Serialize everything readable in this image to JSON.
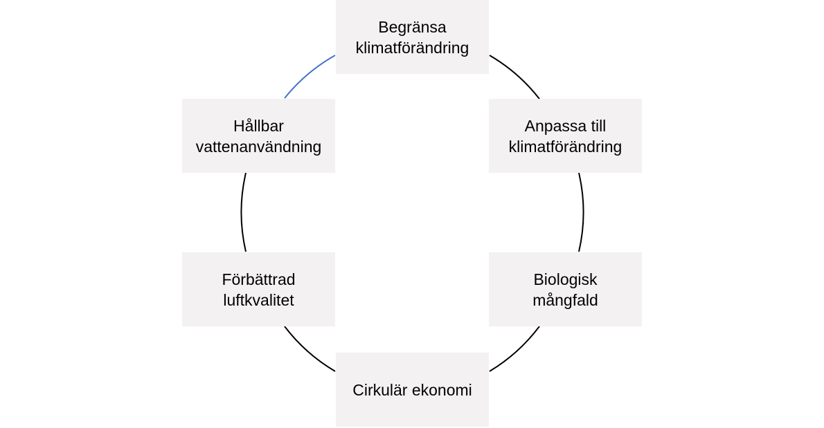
{
  "nodes": [
    {
      "label": "Begränsa\nklimatförändring"
    },
    {
      "label": "Anpassa till\nklimatförändring"
    },
    {
      "label": "Biologisk\nmångfald"
    },
    {
      "label": "Cirkulär ekonomi"
    },
    {
      "label": "Förbättrad\nluftkvalitet"
    },
    {
      "label": "Hållbar\nvattenanvändning"
    }
  ],
  "colors": {
    "node_fill": "#f3f1f1",
    "connector": "#000000",
    "highlight_connector": "#4472c4"
  }
}
